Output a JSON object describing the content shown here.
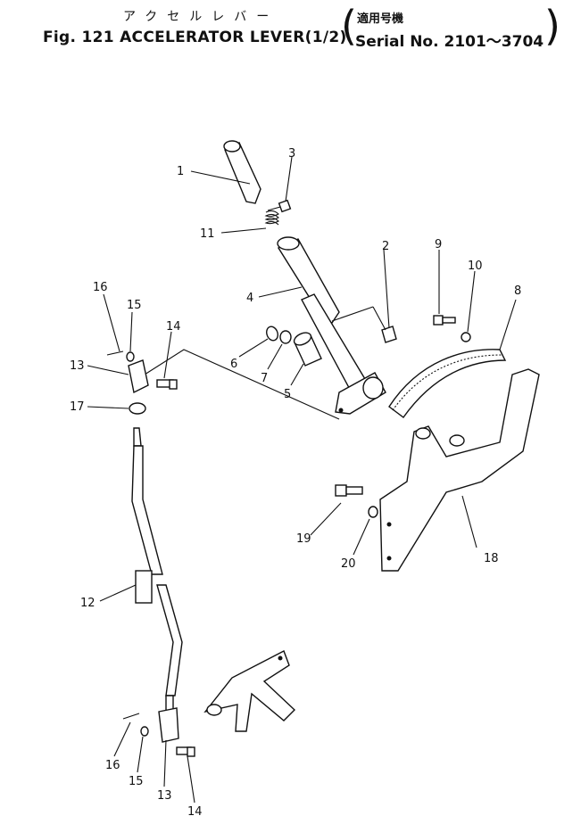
{
  "header": {
    "title_jp": "アクセルレバー",
    "title_en": "Fig. 121 ACCELERATOR LEVER(1/2)",
    "serial_jp": "適用号機",
    "serial_en": "Serial No. 2101～3704"
  },
  "callouts": {
    "c1": "1",
    "c2": "2",
    "c3": "3",
    "c4": "4",
    "c5": "5",
    "c6": "6",
    "c7": "7",
    "c8": "8",
    "c9": "9",
    "c10": "10",
    "c11": "11",
    "c12": "12",
    "c13a": "13",
    "c14a": "14",
    "c15a": "15",
    "c16a": "16",
    "c17": "17",
    "c18": "18",
    "c19": "19",
    "c20": "20",
    "c13b": "13",
    "c14b": "14",
    "c15b": "15",
    "c16b": "16"
  }
}
